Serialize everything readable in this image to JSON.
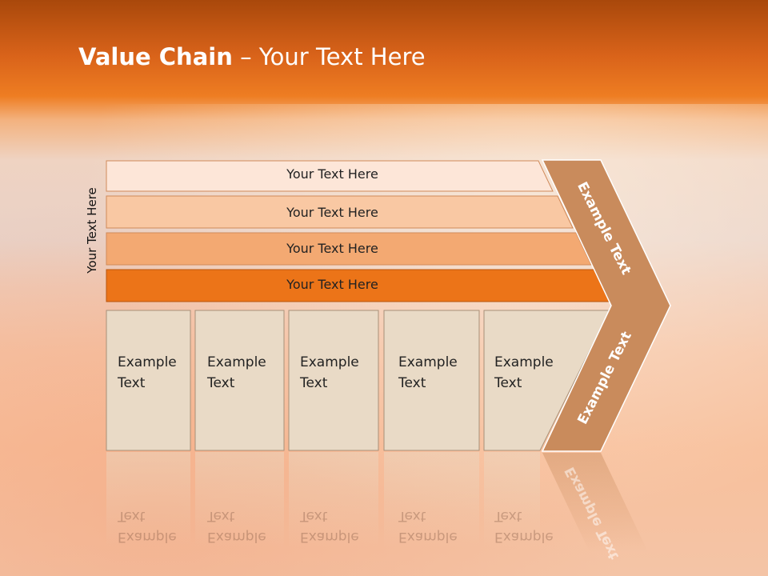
{
  "slide": {
    "title_bold": "Value Chain",
    "title_rest": " – Your Text Here",
    "side_label": "Your Text Here"
  },
  "bars": [
    {
      "label": "Your Text Here",
      "color": "#fde6d8"
    },
    {
      "label": "Your Text Here",
      "color": "#f9c8a3"
    },
    {
      "label": "Your Text Here",
      "color": "#f3a972"
    },
    {
      "label": "Your Text Here",
      "color": "#ec7418"
    }
  ],
  "boxes": [
    {
      "line1": "Example",
      "line2": "Text"
    },
    {
      "line1": "Example",
      "line2": "Text"
    },
    {
      "line1": "Example",
      "line2": "Text"
    },
    {
      "line1": "Example",
      "line2": "Text"
    },
    {
      "line1": "Example",
      "line2": "Text"
    }
  ],
  "chevron": {
    "upper_label": "Example Text",
    "lower_label": "Example Text",
    "color": "#c98b5c"
  },
  "colors": {
    "box_fill": "#e9dac6",
    "box_stroke": "#a89078"
  }
}
